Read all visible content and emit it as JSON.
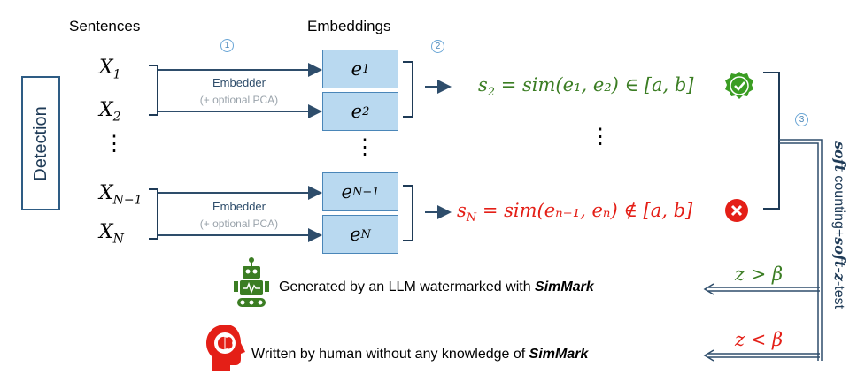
{
  "headers": {
    "sentences": "Sentences",
    "embeddings": "Embeddings"
  },
  "detection_label": "Detection",
  "steps": [
    "1",
    "2",
    "3"
  ],
  "sentences": [
    {
      "base": "X",
      "sub": "1"
    },
    {
      "base": "X",
      "sub": "2"
    },
    {
      "base": "X",
      "sub": "N−1"
    },
    {
      "base": "X",
      "sub": "N"
    }
  ],
  "embeddings": [
    {
      "base": "e",
      "sub": "1"
    },
    {
      "base": "e",
      "sub": "2"
    },
    {
      "base": "e",
      "sub": "N−1"
    },
    {
      "base": "e",
      "sub": "N"
    }
  ],
  "embedder": {
    "label": "Embedder",
    "note": "(+ optional PCA)"
  },
  "ellipsis": "⋮",
  "formula_pass": {
    "lhs_base": "s",
    "lhs_sub": "2",
    "rhs": "= sim(e₁, e₂) ∈ [a, b]"
  },
  "formula_fail": {
    "lhs_base": "s",
    "lhs_sub": "N",
    "rhs": "= sim(eₙ₋₁, eₙ) ∉ [a, b]"
  },
  "vertical_text": {
    "soft1": "soft",
    "counting": "counting",
    "plus": "+",
    "soft2": "soft-z",
    "test": "-test"
  },
  "results": {
    "llm": {
      "text": "Generated by an LLM watermarked with ",
      "brand": "SimMark",
      "condition": "z > β"
    },
    "human": {
      "text": "Written by human without any knowledge of ",
      "brand": "SimMark",
      "condition": "z < β"
    }
  },
  "colors": {
    "arrow": "#2e4d6b",
    "box_fill": "#b9d9f0",
    "green": "#3b7d23",
    "red": "#e41f17",
    "accent": "#6aa6d6"
  },
  "icons": [
    "check-circle-icon",
    "cross-circle-icon",
    "robot-icon",
    "human-brain-icon"
  ]
}
